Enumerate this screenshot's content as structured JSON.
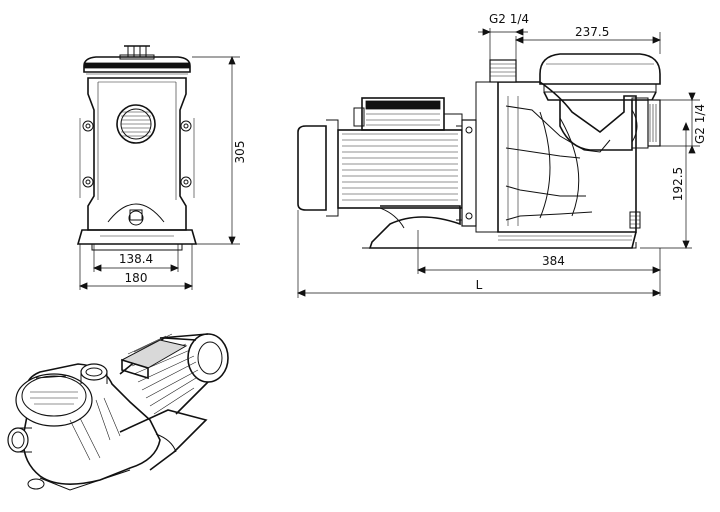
{
  "dimensions": {
    "front_height": "305",
    "front_inner_width": "138.4",
    "front_width": "180",
    "top_port": "G2 1/4",
    "top_span": "237.5",
    "side_port": "G2 1/4",
    "outlet_height": "192.5",
    "base_length": "384",
    "total_length": "L"
  }
}
